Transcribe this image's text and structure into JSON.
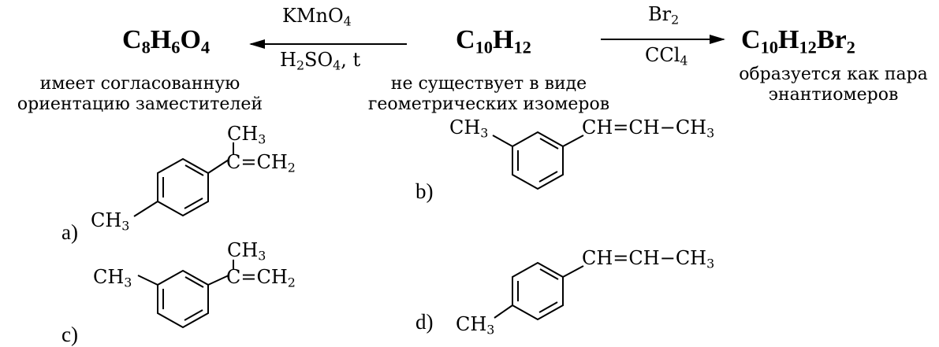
{
  "reaction": {
    "left_product": {
      "base": "C",
      "s1": "8",
      "m1": "H",
      "s2": "6",
      "m2": "O",
      "s3": "4"
    },
    "center": {
      "base": "C",
      "s1": "10",
      "m1": "H",
      "s2": "12"
    },
    "right_product": {
      "base": "C",
      "s1": "10",
      "m1": "H",
      "s2": "12",
      "m2": "Br",
      "s3": "2"
    },
    "left_reagent_top": {
      "base": "KMnO",
      "sub": "4"
    },
    "left_reagent_bottom": {
      "base": "H",
      "s1": "2",
      "m1": "SO",
      "s2": "4",
      "tail": ", t"
    },
    "right_reagent_top": {
      "base": "Br",
      "sub": "2"
    },
    "right_reagent_bottom": {
      "base": "CCl",
      "sub": "4"
    },
    "left_note": {
      "line1": "имеет согласованную",
      "line2": "ориентацию заместителей"
    },
    "center_note": {
      "line1": "не существует в виде",
      "line2": "геометрических изомеров"
    },
    "right_note": {
      "line1": "образуется как пара",
      "line2": "энантиомеров"
    }
  },
  "options": [
    {
      "label": "a)"
    },
    {
      "label": "b)"
    },
    {
      "label": "c)"
    },
    {
      "label": "d)"
    }
  ],
  "groups": {
    "ch3": {
      "base": "CH",
      "sub": "3"
    },
    "ch2": {
      "base": "CH",
      "sub": "2"
    },
    "c_eq": "C",
    "eq": "=",
    "propenyl": {
      "a": "CH",
      "eq": "=",
      "b": "CH",
      "dash": "−",
      "c": "CH",
      "sub": "3"
    }
  }
}
